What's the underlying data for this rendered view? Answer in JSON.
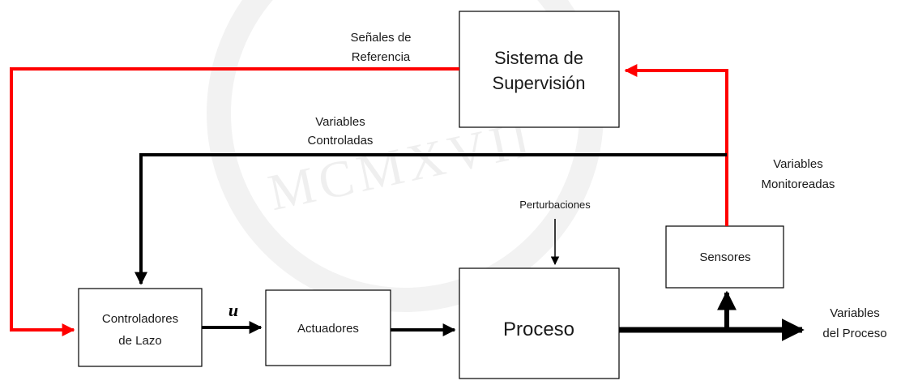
{
  "blocks": {
    "supervision": [
      "Sistema de",
      "Supervisión"
    ],
    "controllers": [
      "Controladores",
      "de Lazo"
    ],
    "actuators": "Actuadores",
    "process": "Proceso",
    "sensors": "Sensores"
  },
  "signals": {
    "reference": [
      "Señales de",
      "Referencia"
    ],
    "controlled": [
      "Variables",
      "Controladas"
    ],
    "monitored": [
      "Variables",
      "Monitoreadas"
    ],
    "disturbances": "Perturbaciones",
    "control_action": "u",
    "process_vars": [
      "Variables",
      "del Proceso"
    ]
  },
  "watermark": "MCMXVII",
  "colors": {
    "feedback": "#ff0000",
    "signal": "#000000",
    "box_border": "#000000"
  }
}
